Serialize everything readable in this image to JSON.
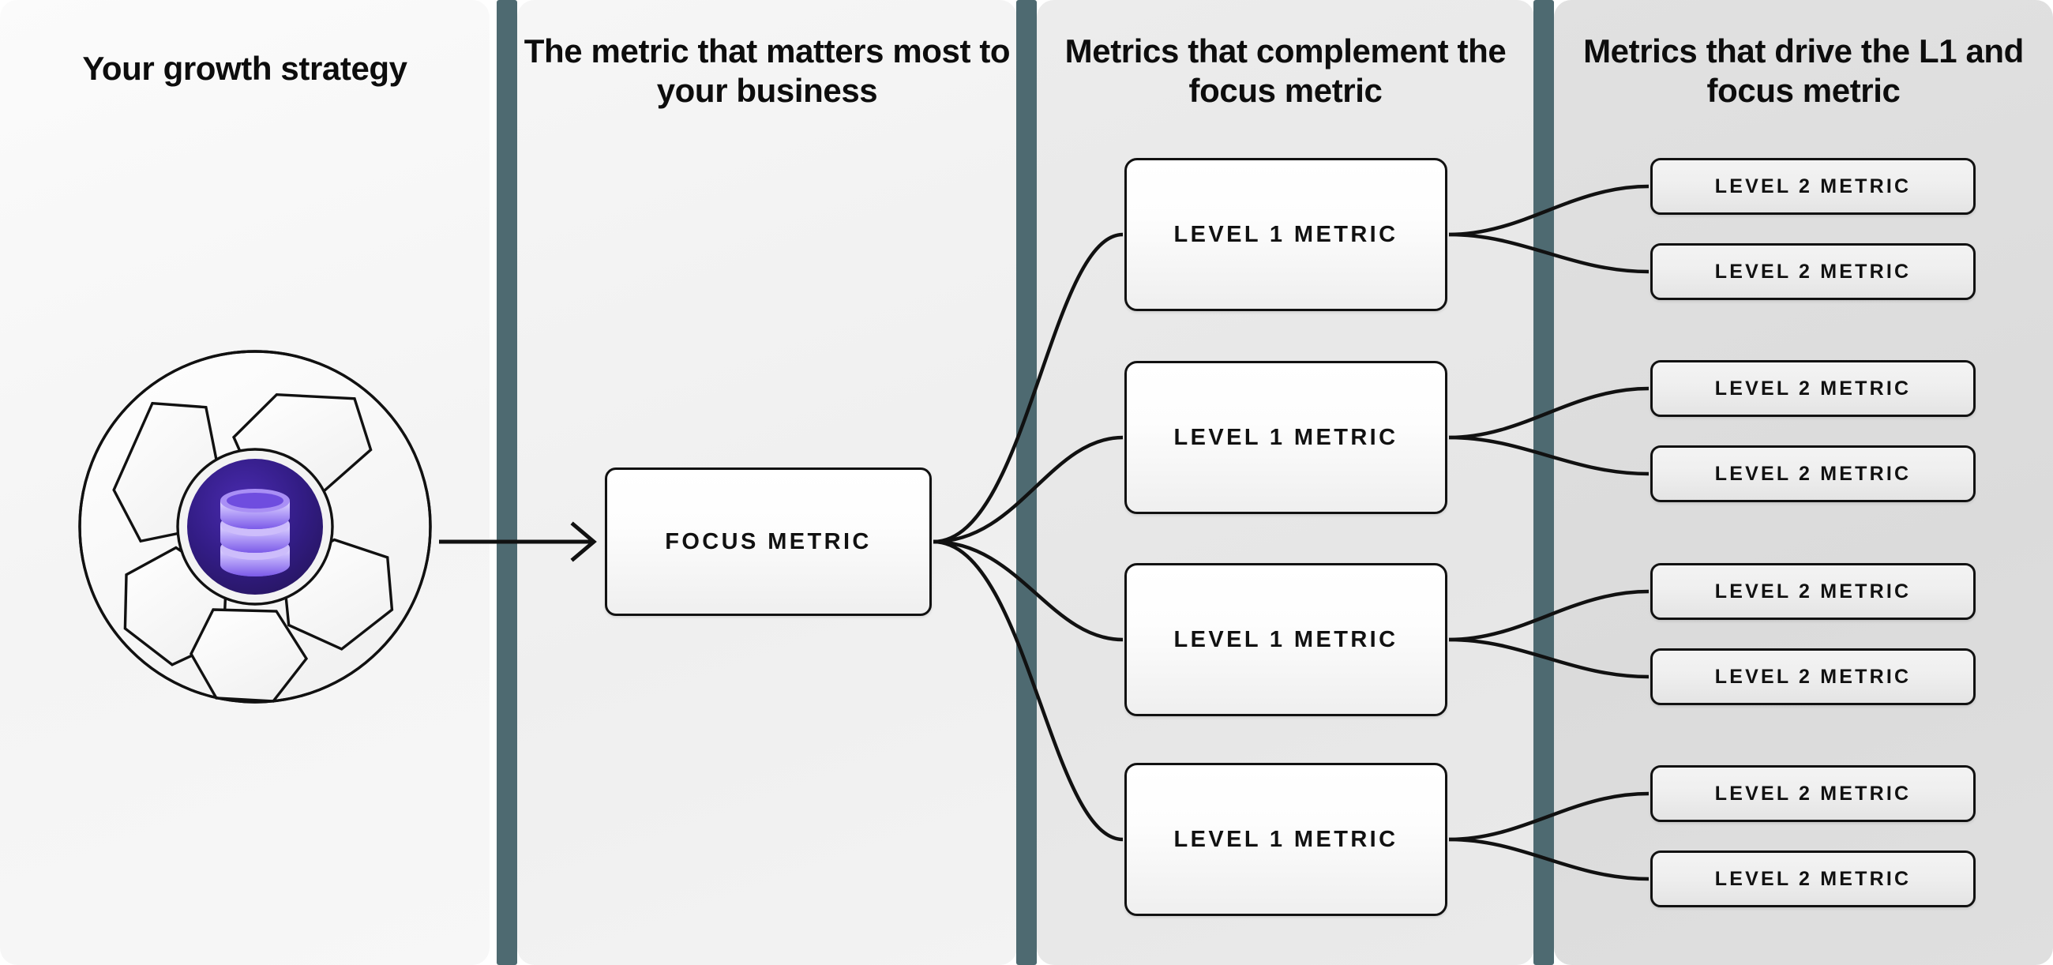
{
  "columns": [
    {
      "id": "strategy",
      "title": "Your growth strategy"
    },
    {
      "id": "focus",
      "title": "The metric that matters most to your business"
    },
    {
      "id": "level1",
      "title": "Metrics that complement the focus metric"
    },
    {
      "id": "level2",
      "title": "Metrics that drive the L1 and focus metric"
    }
  ],
  "logo": {
    "name": "growth-strategy-aperture-logo",
    "icon": "database-icon",
    "core_color_outer": "#2b1b6e",
    "core_color_inner": "#3a1f8f",
    "db_color_light": "#c6b6f7",
    "db_color_mid": "#8b6df0",
    "db_color_dark": "#6d4de0",
    "ring_fill": "#fafafa",
    "outline_color": "#111111"
  },
  "focus_node": {
    "label": "FOCUS METRIC"
  },
  "level1_nodes": [
    {
      "label": "LEVEL 1 METRIC"
    },
    {
      "label": "LEVEL 1 METRIC"
    },
    {
      "label": "LEVEL 1 METRIC"
    },
    {
      "label": "LEVEL 1 METRIC"
    }
  ],
  "level2_nodes": [
    {
      "label": "LEVEL 2 METRIC"
    },
    {
      "label": "LEVEL 2 METRIC"
    },
    {
      "label": "LEVEL 2 METRIC"
    },
    {
      "label": "LEVEL 2 METRIC"
    },
    {
      "label": "LEVEL 2 METRIC"
    },
    {
      "label": "LEVEL 2 METRIC"
    },
    {
      "label": "LEVEL 2 METRIC"
    },
    {
      "label": "LEVEL 2 METRIC"
    }
  ],
  "theme": {
    "divider_color": "#4e6a71",
    "panel_1_bg": "#f7f7f7",
    "panel_2_bg": "#f2f2f2",
    "panel_3_bg": "#e9e9e9",
    "panel_4_bg": "#dedede",
    "line_color": "#111111",
    "text_color": "#0d0d0d"
  }
}
